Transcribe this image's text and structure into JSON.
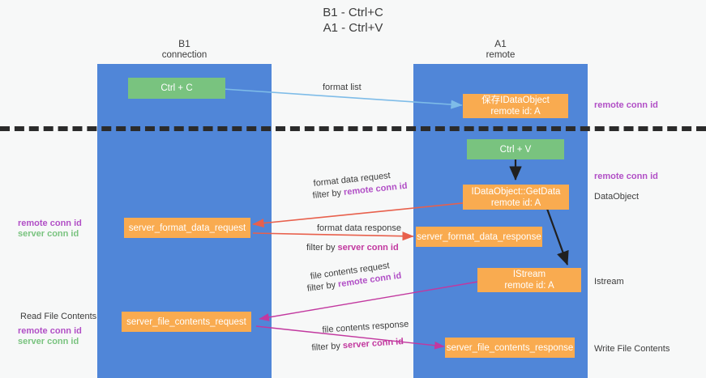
{
  "title": {
    "line1": "B1 - Ctrl+C",
    "line2": "A1 - Ctrl+V"
  },
  "lanes": [
    {
      "id": "b1",
      "name": "B1",
      "subtitle": "connection"
    },
    {
      "id": "a1",
      "name": "A1",
      "subtitle": "remote"
    }
  ],
  "nodes": {
    "ctrl_c": {
      "label": "Ctrl + C",
      "color": "#79c37f"
    },
    "idataobject": {
      "line1": "保存IDataObject",
      "line2": "remote id: A",
      "color": "#f9ab50"
    },
    "ctrl_v": {
      "label": "Ctrl + V",
      "color": "#79c37f"
    },
    "getdata": {
      "line1": "IDataObject::GetData",
      "line2": "remote id: A",
      "color": "#f9ab50"
    },
    "fmt_req": {
      "label": "server_format_data_request",
      "color": "#f9ab50"
    },
    "fmt_resp": {
      "label": "server_format_data_response",
      "color": "#f9ab50"
    },
    "istream": {
      "line1": "IStream",
      "line2": "remote id: A",
      "color": "#f9ab50"
    },
    "file_req": {
      "label": "server_file_contents_request",
      "color": "#f9ab50"
    },
    "file_resp": {
      "label": "server_file_contents_response",
      "color": "#f9ab50"
    }
  },
  "edges": {
    "format_list": {
      "text": "format list"
    },
    "fmt_data_request": {
      "text": "format data request",
      "filter_prefix": "filter by ",
      "filter_key": "remote conn id"
    },
    "fmt_data_response": {
      "text": "format data response",
      "filter_prefix": "filter by ",
      "filter_key": "server conn id"
    },
    "file_contents_request": {
      "text": "file contents request",
      "filter_prefix": "filter by ",
      "filter_key": "remote conn id"
    },
    "file_contents_response": {
      "text": "file contents response",
      "filter_prefix": "filter by ",
      "filter_key": "server conn id"
    }
  },
  "annotations": {
    "right_top_conn": "remote conn id",
    "right_mid_conn": "remote conn id",
    "right_dataobject": "DataObject",
    "right_istream": "Istream",
    "right_write_file": "Write File Contents",
    "left_remote_conn_1": "remote conn id",
    "left_server_conn_1": "server conn id",
    "left_read_file": "Read File Contents",
    "left_remote_conn_2": "remote conn id",
    "left_server_conn_2": "server conn id"
  },
  "colors": {
    "lane": "#5086d8",
    "node_green": "#79c37f",
    "node_orange": "#f9ab50",
    "arrow_blue": "#7ebce8",
    "arrow_red": "#e8604c",
    "arrow_magenta": "#c2389f",
    "arrow_black": "#202020",
    "purple_text": "#b14fc6",
    "green_text": "#79c37f",
    "background": "#f7f8f8"
  }
}
